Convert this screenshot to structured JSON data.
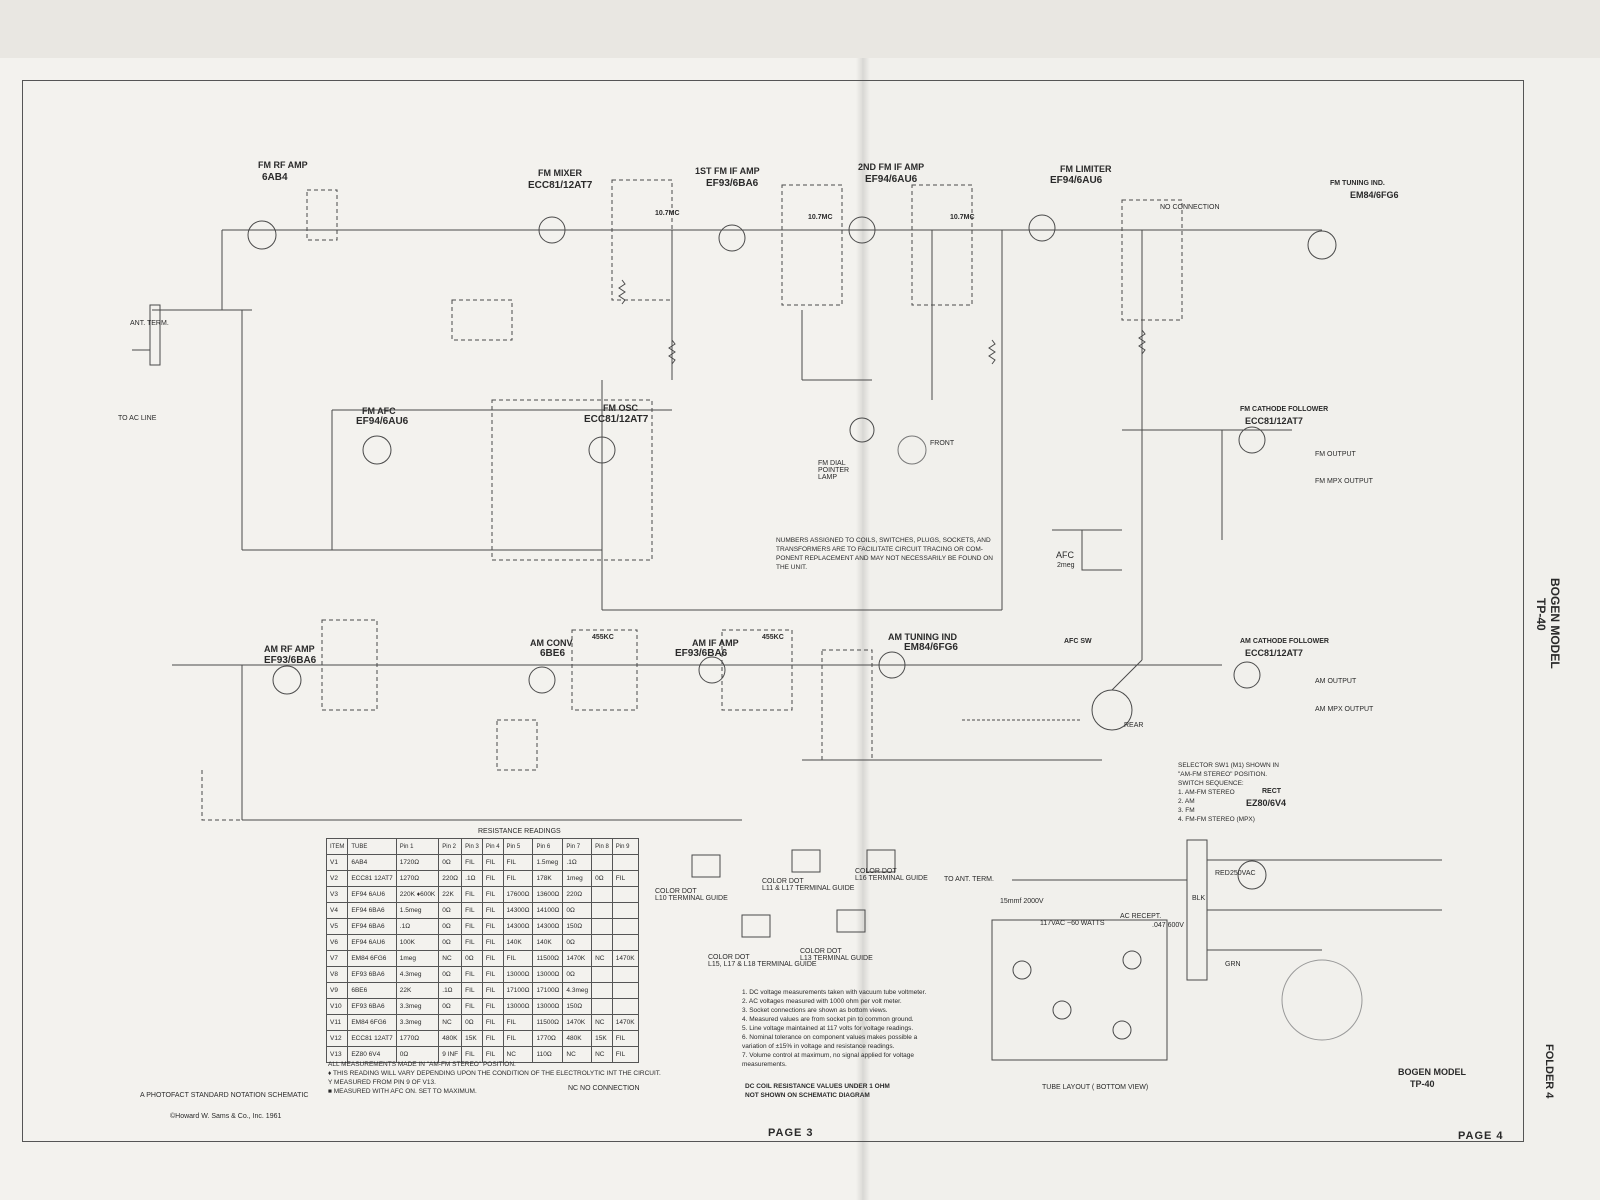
{
  "left_page": {
    "page_number": "PAGE 3",
    "footer_schematic": "A PHOTOFACT STANDARD NOTATION SCHEMATIC",
    "footer_copyright": "©Howard W. Sams & Co., Inc. 1961"
  },
  "right_page": {
    "page_number": "PAGE 4",
    "folder": "FOLDER 4",
    "side_title_brand": "BOGEN MODEL",
    "side_title_model": "TP-40",
    "bottom_brand": "BOGEN MODEL",
    "bottom_model": "TP-40"
  },
  "fm_section": {
    "v1": {
      "label": "FM RF AMP",
      "tube": "6AB4"
    },
    "v2": {
      "label": "FM MIXER",
      "tube": "ECC81/12AT7"
    },
    "v3": {
      "label": "1ST FM IF AMP",
      "tube": "EF93/6BA6"
    },
    "v4": {
      "label": "2ND FM IF AMP",
      "tube": "EF94/6AU6"
    },
    "v5": {
      "label": "FM LIMITER",
      "tube": "EF94/6AU6"
    },
    "v6": {
      "label": "FM TUNING IND.",
      "tube": "EM84/6FG6"
    },
    "v7": {
      "label": "FM AFC",
      "tube": "EF94/6AU6"
    },
    "v8": {
      "label": "FM OSC",
      "tube": "ECC81/12AT7"
    },
    "fm_cathode": {
      "label": "FM CATHODE FOLLOWER",
      "tube": "ECC81/12AT7"
    },
    "if1": "10.7MC",
    "if2": "10.7MC",
    "if3": "10.7MC",
    "ant_term": "ANT. TERM.",
    "to_ac": "TO AC LINE",
    "dial_lamp": "FM DIAL POINTER LAMP",
    "front": "FRONT",
    "no_connection": "NO CONNECTION",
    "afc": "AFC",
    "afc_value": "2meg",
    "afc_sw": "AFC SW"
  },
  "am_section": {
    "rf": {
      "label": "AM RF AMP",
      "tube": "EF93/6BA6"
    },
    "conv": {
      "label": "AM CONV",
      "tube": "6BE6"
    },
    "if": {
      "label": "AM IF AMP",
      "tube": "EF93/6BA6"
    },
    "tuning": {
      "label": "AM TUNING IND",
      "tube": "EM84/6FG6"
    },
    "cathode": {
      "label": "AM CATHODE FOLLOWER",
      "tube": "ECC81/12AT7"
    },
    "if1": "455KC",
    "if2": "455KC",
    "rear": "REAR"
  },
  "notice": [
    "NUMBERS ASSIGNED TO COILS, SWITCHES, PLUGS, SOCKETS, AND",
    "TRANSFORMERS ARE TO FACILITATE CIRCUIT TRACING OR COM-",
    "PONENT REPLACEMENT AND MAY NOT NECESSARILY BE FOUND ON",
    "THE UNIT."
  ],
  "selector": [
    "SELECTOR SW1 (M1) SHOWN IN",
    "\"AM-FM STEREO\" POSITION.",
    "SWITCH SEQUENCE:",
    "1.  AM-FM STEREO",
    "2.  AM",
    "3.  FM",
    "4.  FM-FM STEREO (MPX)"
  ],
  "resistance": {
    "title": "RESISTANCE READINGS",
    "headers": [
      "ITEM",
      "TUBE",
      "Pin 1",
      "Pin 2",
      "Pin 3",
      "Pin 4",
      "Pin 5",
      "Pin 6",
      "Pin 7",
      "Pin 8",
      "Pin 9"
    ],
    "rows": [
      [
        "V1",
        "6AB4",
        "1720Ω",
        "0Ω",
        "FIL",
        "FIL",
        "FIL",
        "1.5meg",
        ".1Ω",
        "",
        ""
      ],
      [
        "V2",
        "ECC81 12AT7",
        "1270Ω",
        "220Ω",
        ".1Ω",
        "FIL",
        "FIL",
        "178K",
        "1meg",
        "0Ω",
        "FIL"
      ],
      [
        "V3",
        "EF94 6AU6",
        "220K ♦600K",
        "22K",
        "FIL",
        "FIL",
        "17600Ω",
        "13600Ω",
        "220Ω",
        "",
        ""
      ],
      [
        "V4",
        "EF94 6BA6",
        "1.5meg",
        "0Ω",
        "FIL",
        "FIL",
        "14300Ω",
        "14100Ω",
        "0Ω",
        "",
        ""
      ],
      [
        "V5",
        "EF94 6BA6",
        ".1Ω",
        "0Ω",
        "FIL",
        "FIL",
        "14300Ω",
        "14300Ω",
        "150Ω",
        "",
        ""
      ],
      [
        "V6",
        "EF94 6AU6",
        "100K",
        "0Ω",
        "FIL",
        "FIL",
        "140K",
        "140K",
        "0Ω",
        "",
        ""
      ],
      [
        "V7",
        "EM84 6FG6",
        "1meg",
        "NC",
        "0Ω",
        "FIL",
        "FIL",
        "11500Ω",
        "1470K",
        "NC",
        "1470K"
      ],
      [
        "V8",
        "EF93 6BA6",
        "4.3meg",
        "0Ω",
        "FIL",
        "FIL",
        "13000Ω",
        "13000Ω",
        "0Ω",
        "",
        ""
      ],
      [
        "V9",
        "6BE6",
        "22K",
        ".1Ω",
        "FIL",
        "FIL",
        "17100Ω",
        "17100Ω",
        "4.3meg",
        "",
        ""
      ],
      [
        "V10",
        "EF93 6BA6",
        "3.3meg",
        "0Ω",
        "FIL",
        "FIL",
        "13000Ω",
        "13000Ω",
        "150Ω",
        "",
        ""
      ],
      [
        "V11",
        "EM84 6FG6",
        "3.3meg",
        "NC",
        "0Ω",
        "FIL",
        "FIL",
        "11500Ω",
        "1470K",
        "NC",
        "1470K"
      ],
      [
        "V12",
        "ECC81 12AT7",
        "1770Ω",
        "480K",
        "15K",
        "FIL",
        "FIL",
        "1770Ω",
        "480K",
        "15K",
        "FIL"
      ],
      [
        "V13",
        "EZ80 6V4",
        "0Ω",
        "9 INF",
        "FIL",
        "FIL",
        "NC",
        "110Ω",
        "NC",
        "NC",
        "FIL"
      ]
    ],
    "footnotes": [
      "ALL MEASUREMENTS MADE IN \"AM-FM STEREO\" POSITION.",
      "♦  THIS READING WILL VARY DEPENDING UPON THE CONDITION OF THE ELECTROLYTIC INT THE CIRCUIT.",
      "Y  MEASURED FROM PIN 9 OF V13.",
      "■  MEASURED WITH AFC ON.  SET TO MAXIMUM."
    ],
    "nc_note": "NC    NO CONNECTION"
  },
  "terminal_guides": [
    {
      "name": "COLOR DOT",
      "guide": "L10 TERMINAL GUIDE"
    },
    {
      "name": "COLOR DOT",
      "guide": "L11 & L17 TERMINAL GUIDE"
    },
    {
      "name": "COLOR DOT",
      "guide": "L16 TERMINAL GUIDE"
    },
    {
      "name": "COLOR DOT",
      "guide": "L15, L17 & L18 TERMINAL GUIDE"
    },
    {
      "name": "COLOR DOT",
      "guide": "L13 TERMINAL GUIDE"
    }
  ],
  "dc_notes": [
    "1.  DC voltage measurements taken with vacuum tube voltmeter.",
    "2.  AC voltages measured with 1000 ohm per volt meter.",
    "3.  Socket connections are shown as bottom views.",
    "4.  Measured values are from socket pin to common ground.",
    "5.  Line voltage maintained at 117 volts for voltage readings.",
    "6.  Nominal tolerance on component values makes possible a",
    "     variation of ±15% in voltage and resistance readings.",
    "7.  Volume control at maximum, no signal applied for voltage",
    "     measurements."
  ],
  "dc_coil": [
    "DC COIL RESISTANCE VALUES UNDER 1 OHM",
    "NOT SHOWN ON SCHEMATIC DIAGRAM"
  ],
  "power": {
    "rect": {
      "label": "RECT",
      "tube": "EZ80/6V4"
    },
    "to_ant": "TO ANT. TERM.",
    "cap": "15mmf 2000V",
    "line": "117VAC ~60 WATTS",
    "ac_recept": "AC RECEPT.",
    "cap2": ".047 600V",
    "red": "RED",
    "blk": "BLK",
    "grn": "GRN",
    "v250": "250VAC",
    "tube_layout": "TUBE LAYOUT ( BOTTOM VIEW)"
  },
  "outputs": {
    "fm_output": "FM OUTPUT",
    "fm_mpx": "FM MPX OUTPUT",
    "am_output": "AM OUTPUT",
    "am_mpx": "AM MPX OUTPUT"
  }
}
